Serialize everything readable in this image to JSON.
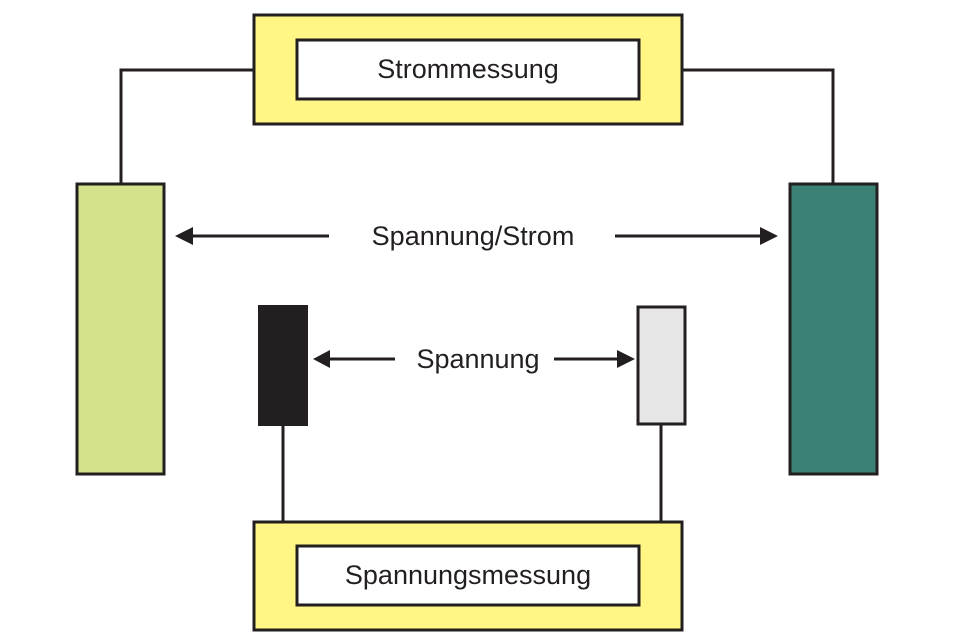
{
  "diagram": {
    "current_measurement": {
      "label": "Strommessung",
      "outer_color": "#fff685",
      "inner_color": "#ffffff"
    },
    "voltage_measurement": {
      "label": "Spannungsmessung",
      "outer_color": "#fff685",
      "inner_color": "#ffffff"
    },
    "electrodes": {
      "outer_left": {
        "role": "current electrode",
        "color": "#d4e28b"
      },
      "outer_right": {
        "role": "current electrode",
        "color": "#3b8174"
      },
      "inner_left": {
        "role": "voltage electrode",
        "color": "#231f20"
      },
      "inner_right": {
        "role": "voltage electrode",
        "color": "#e6e6e6"
      }
    },
    "arrows": {
      "outer_label": "Spannung/Strom",
      "inner_label": "Spannung"
    },
    "line_color": "#231f20"
  }
}
